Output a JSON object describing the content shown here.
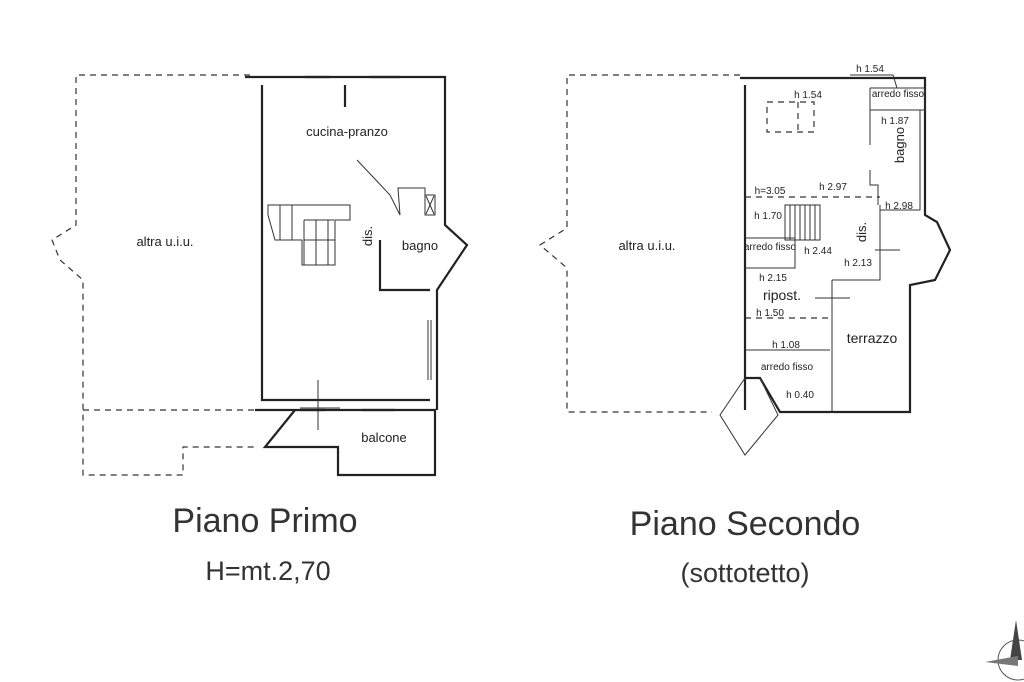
{
  "plans": [
    {
      "title": "Piano Primo",
      "subtitle": "H=mt.2,70",
      "rooms": {
        "other_unit": "altra u.i.u.",
        "kitchen": "cucina-pranzo",
        "hall": "dis.",
        "bathroom": "bagno",
        "balcony": "balcone"
      }
    },
    {
      "title": "Piano Secondo",
      "subtitle": "(sottotetto)",
      "rooms": {
        "other_unit": "altra u.i.u.",
        "bathroom": "bagno",
        "hall": "dis.",
        "storage": "ripost.",
        "terrace": "terrazzo",
        "fixed_furniture": "arredo fisso"
      },
      "heights": [
        "h 1.54",
        "h 1.54",
        "h 1.87",
        "h=3.05",
        "h 2.97",
        "h 2.98",
        "h 1.70",
        "h 2.44",
        "h 2.13",
        "h 2.15",
        "h 1.50",
        "h 1.08",
        "h 0.40"
      ]
    }
  ]
}
